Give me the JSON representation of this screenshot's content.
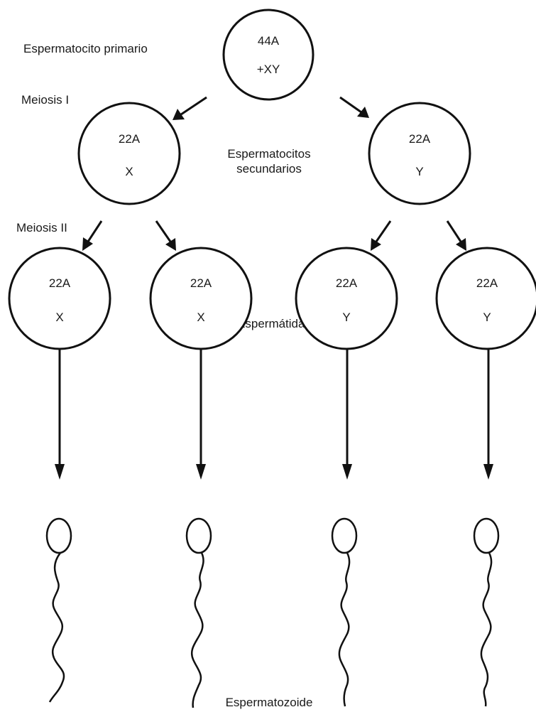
{
  "labels": {
    "primary": "Espermatocito primario",
    "meiosis1": "Meiosis I",
    "secondary_line1": "Espermatocitos",
    "secondary_line2": "secundarios",
    "meiosis2": "Meiosis II",
    "spermatids": "Espermátidas",
    "spermatozoa": "Espermatozoide"
  },
  "primary_cell": {
    "line1": "44A",
    "line2": "+XY"
  },
  "secondary_cells": [
    {
      "line1": "22A",
      "line2": "X"
    },
    {
      "line1": "22A",
      "line2": "Y"
    }
  ],
  "spermatid_cells": [
    {
      "line1": "22A",
      "line2": "X"
    },
    {
      "line1": "22A",
      "line2": "X"
    },
    {
      "line1": "22A",
      "line2": "Y"
    },
    {
      "line1": "22A",
      "line2": "Y"
    }
  ]
}
